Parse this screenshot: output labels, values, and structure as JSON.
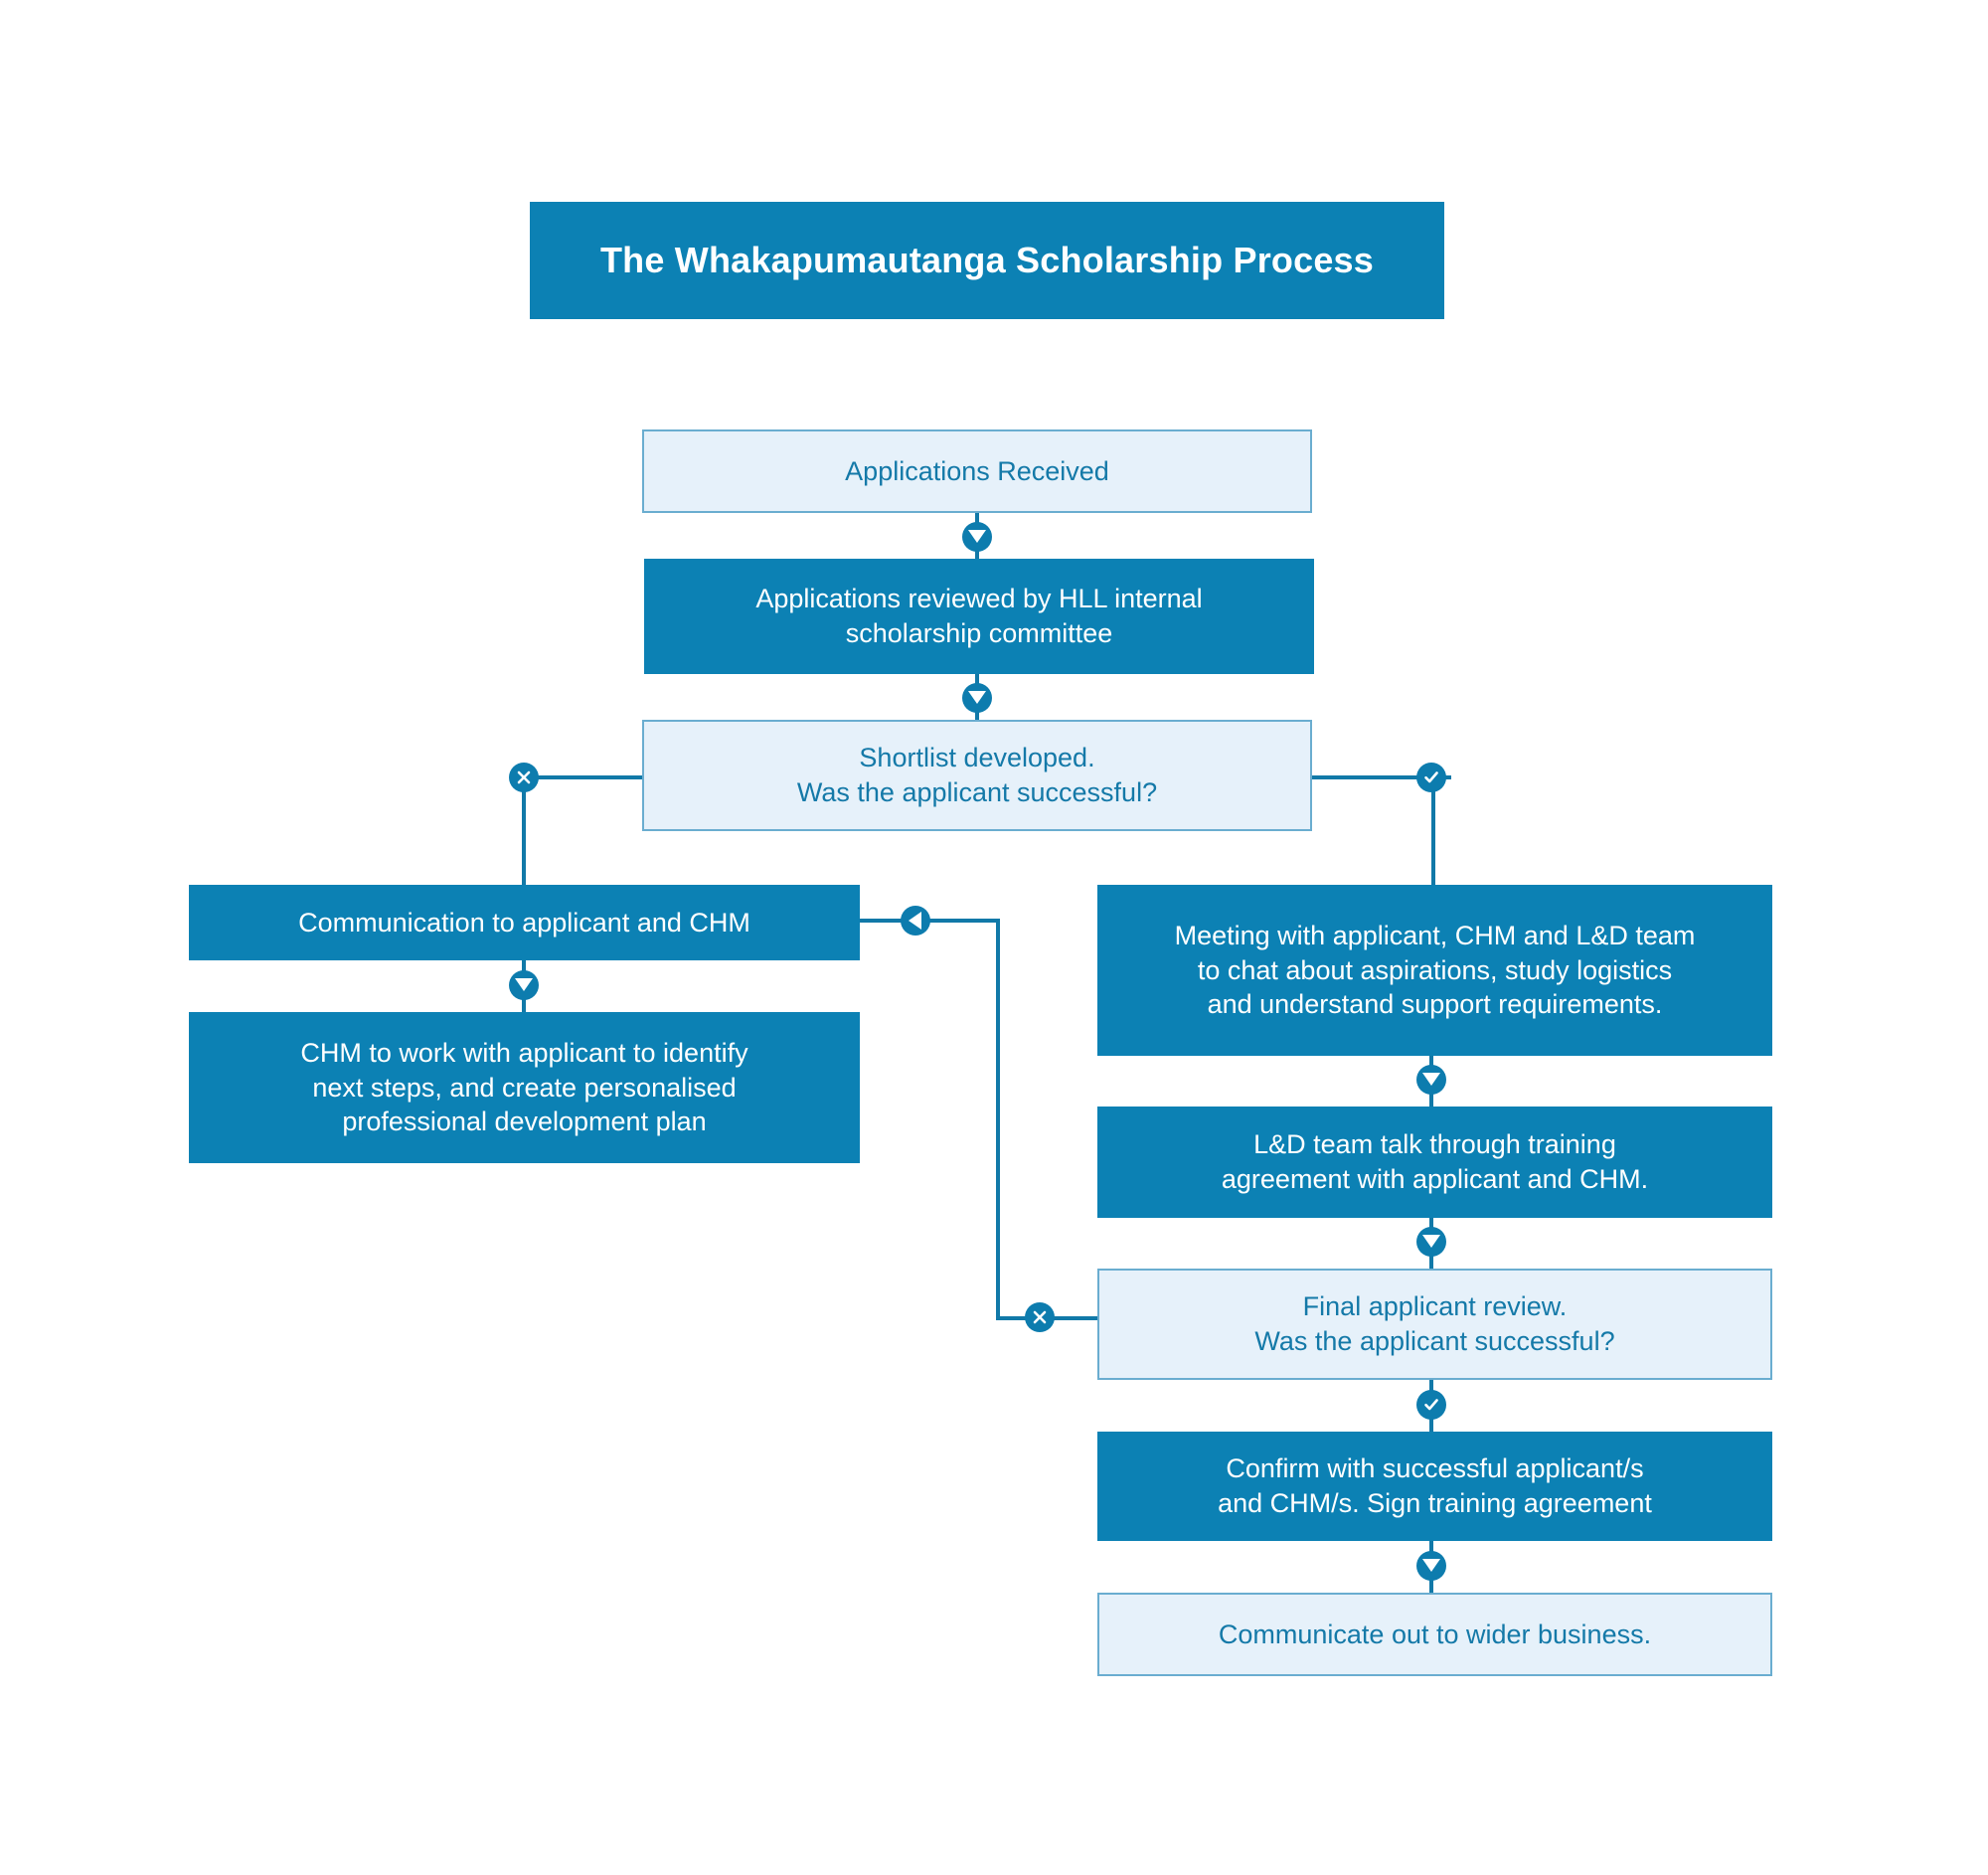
{
  "diagram": {
    "title": "The Whakapumautanga Scholarship Process",
    "background_color": "#ffffff",
    "accent_color": "#0c81b4",
    "light_fill_color": "#e6f1fa",
    "light_border_color": "#6aadd0",
    "light_text_color": "#1479a8",
    "type": "flowchart"
  },
  "nodes": {
    "applications_received": "Applications Received",
    "applications_reviewed": "Applications reviewed by HLL internal\nscholarship committee",
    "shortlist_decision": "Shortlist developed.\nWas the applicant successful?",
    "communication_applicant_chm": "Communication to applicant and CHM",
    "chm_next_steps": "CHM to work with applicant to identify\nnext steps, and create personalised\nprofessional development plan",
    "meeting_applicant": "Meeting with applicant, CHM and L&D team\nto chat about aspirations,  study logistics\nand understand support requirements.",
    "ld_training_agreement": "L&D team talk through training\nagreement with applicant and CHM.",
    "final_review_decision": "Final applicant review.\nWas the applicant successful?",
    "confirm_successful": "Confirm with successful applicant/s\nand CHM/s. Sign training agreement",
    "communicate_wider": "Communicate out to wider business."
  },
  "badges": {
    "arrow_down": "arrow-down-icon",
    "arrow_left": "arrow-left-icon",
    "cross": "cross-icon",
    "check": "check-icon"
  }
}
